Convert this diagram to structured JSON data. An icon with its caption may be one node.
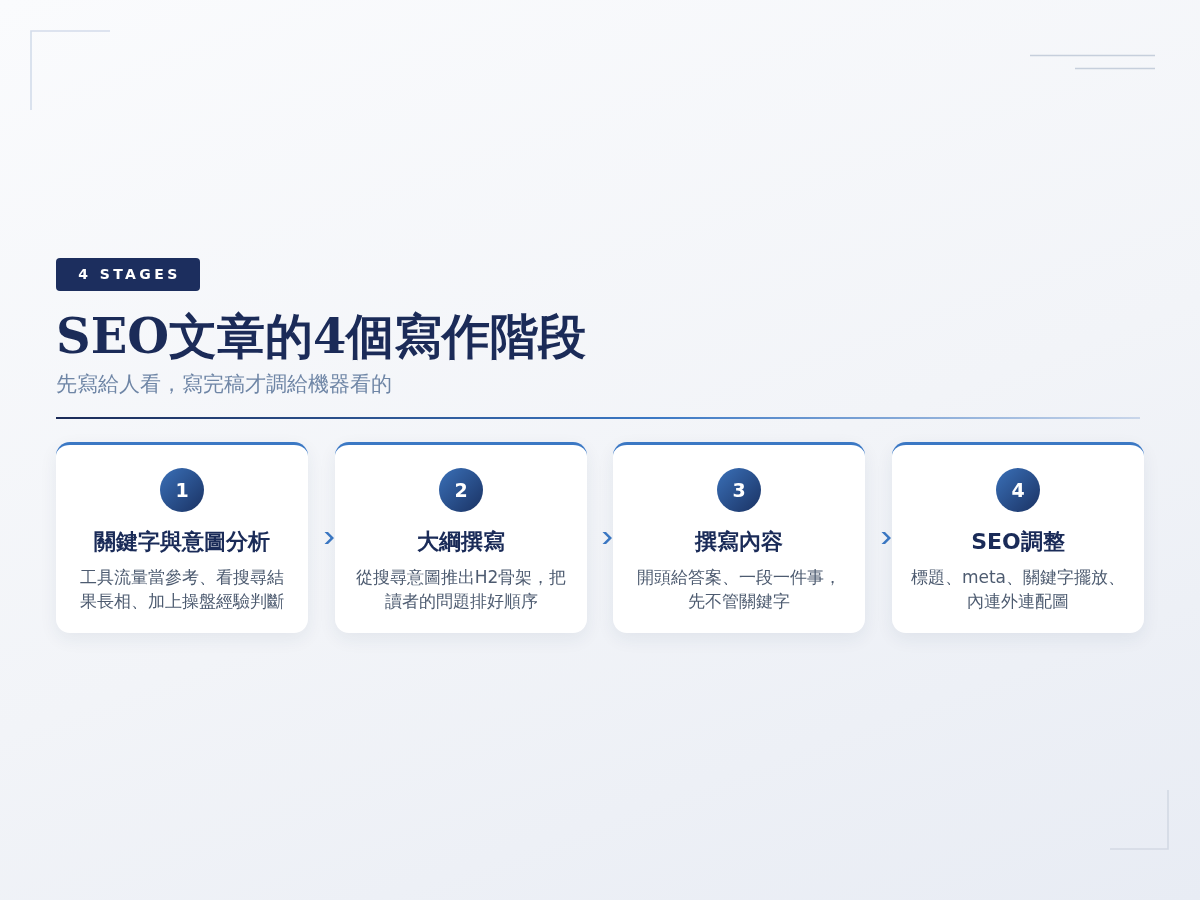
{
  "diagram": {
    "title": "SEO文章的4個寫作階段",
    "nodes": [
      {
        "text": [
          "4 STAGES"
        ]
      },
      {
        "text": [
          "關鍵字與意圖分析",
          "工具流量當參考、看搜尋結果長相、加上操盤經驗判斷"
        ]
      },
      {
        "text": [
          "1"
        ],
        "in": 1
      },
      {
        "text": [
          "大綱撰寫",
          "從搜尋意圖推出H2骨架，把讀者的問題排好順序"
        ]
      },
      {
        "text": [
          "2"
        ],
        "in": 3
      },
      {
        "text": [
          "撰寫內容",
          "開頭給答案、一段一件事，先不管關鍵字"
        ]
      },
      {
        "text": [
          "3"
        ],
        "in": 5
      },
      {
        "text": [
          "SEO調整",
          "標題、meta、關鍵字擺放、內連外連配圖"
        ]
      },
      {
        "text": [
          "4"
        ],
        "in": 7
      }
    ],
    "edges": [
      {
        "from": 1,
        "to": 3,
        "arrow": "to"
      },
      {
        "from": 3,
        "to": 5,
        "arrow": "to"
      },
      {
        "from": 5,
        "to": 7,
        "arrow": "to"
      }
    ],
    "labels": [
      "先寫給人看，寫完稿才調給機器看的"
    ]
  }
}
